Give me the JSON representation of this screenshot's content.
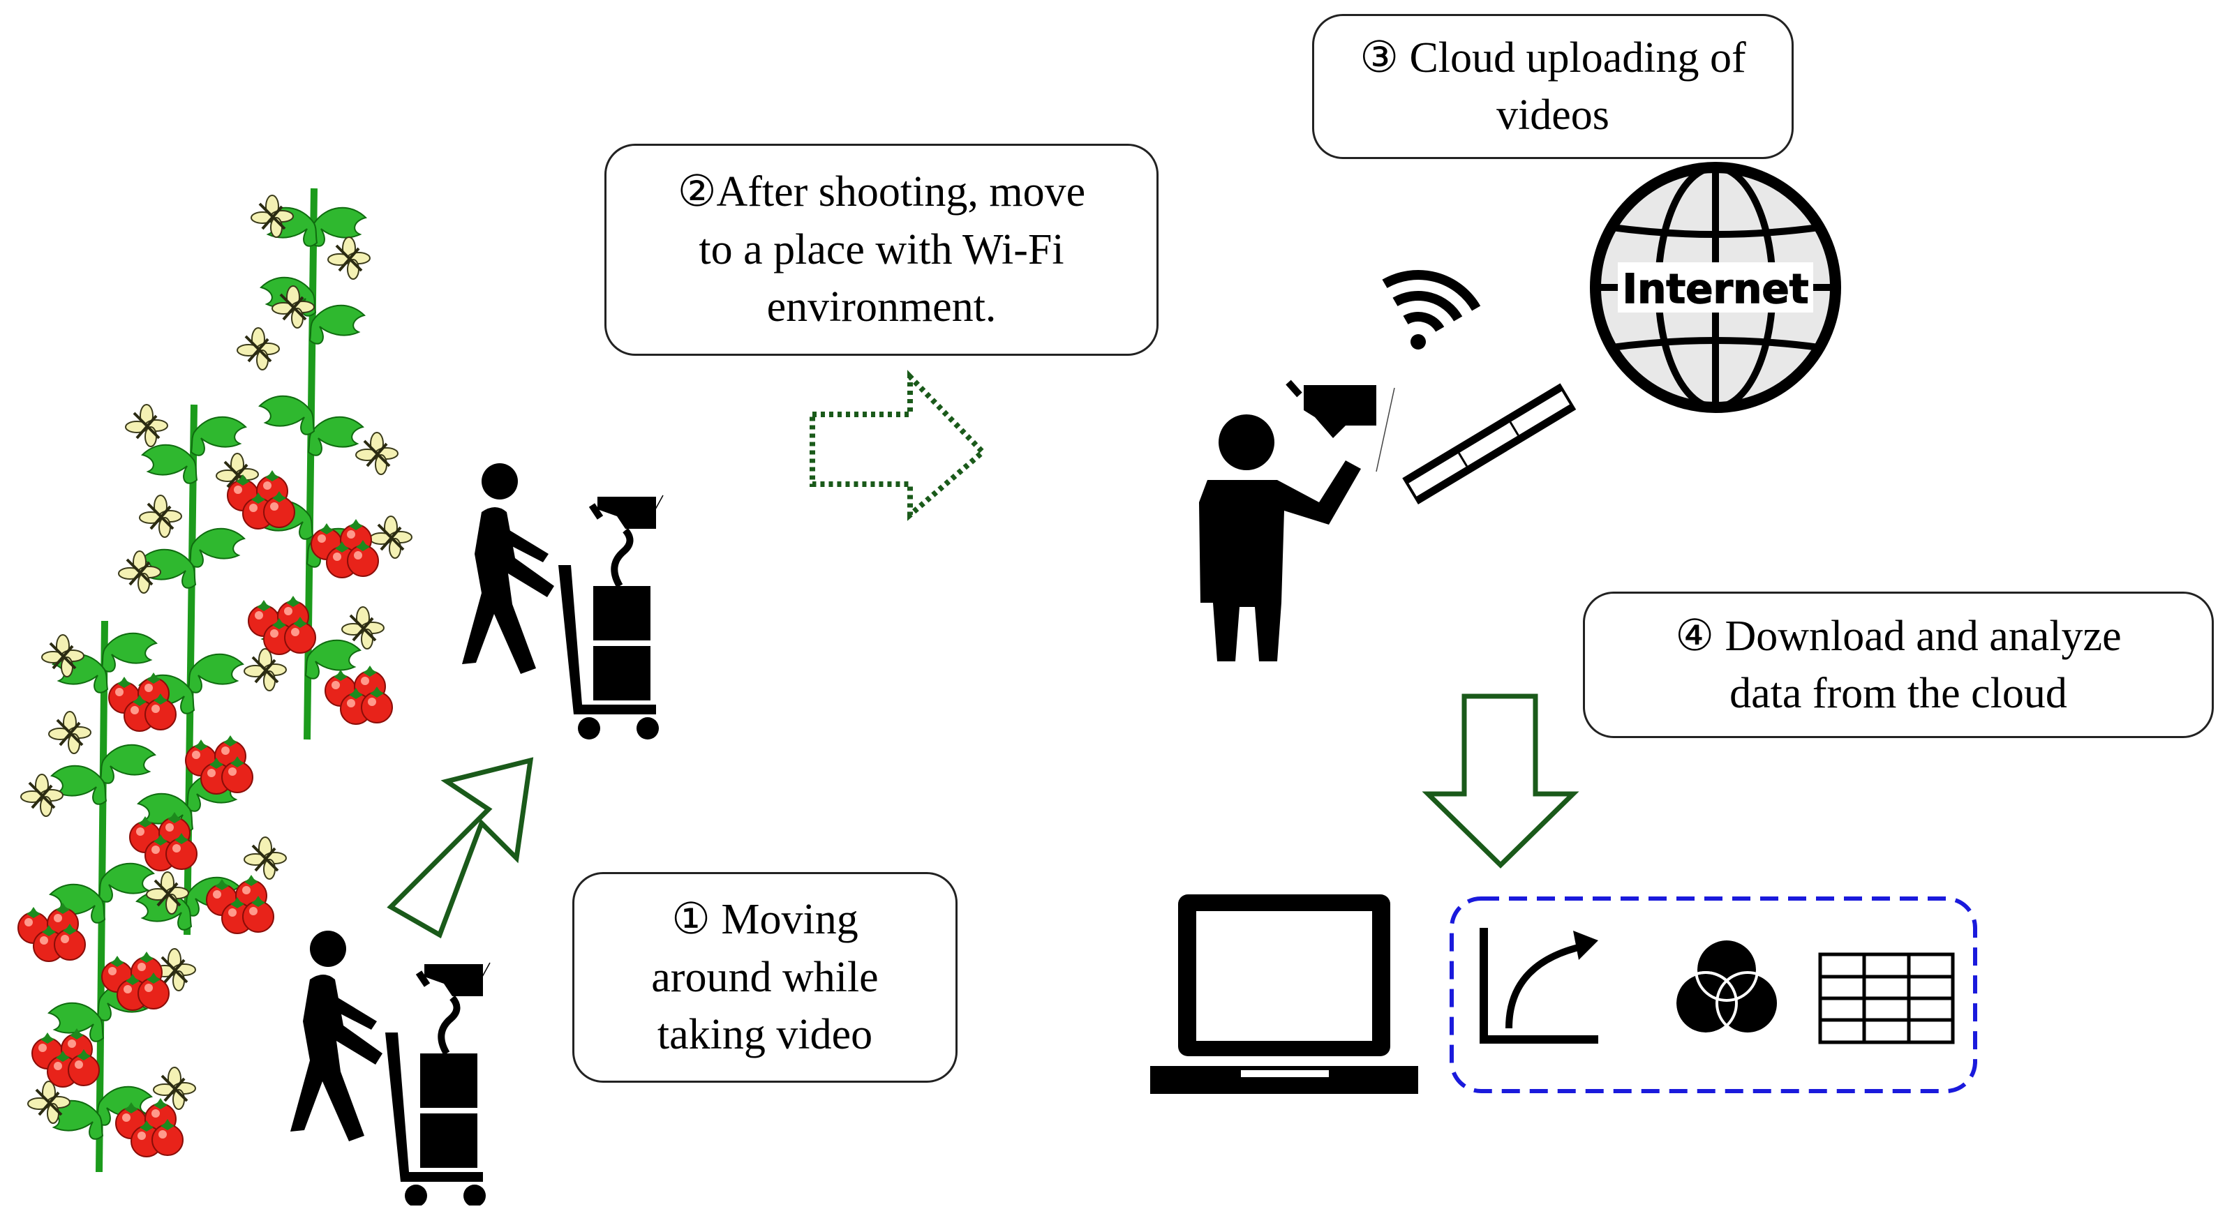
{
  "steps": [
    {
      "lines": [
        "① Moving",
        "around while",
        "taking video"
      ]
    },
    {
      "lines": [
        "②After shooting, move",
        "to a place with Wi-Fi",
        "environment."
      ]
    },
    {
      "lines": [
        "③ Cloud uploading of",
        "videos"
      ]
    },
    {
      "lines": [
        "④ Download and analyze",
        "data from the cloud"
      ]
    }
  ],
  "globe_label": "Internet",
  "colors": {
    "plant_stem": "#1c9b1c",
    "leaf": "#2fb82f",
    "tomato": "#e8231a",
    "flower": "#f4f1b4",
    "arrow_green": "#1a5a1a",
    "dashed_box": "#1a1adc",
    "icon_black": "#000000"
  },
  "icons": [
    "tomato-plant-row",
    "person-pushing-camera-cart",
    "person-holding-camera",
    "wifi-icon",
    "film-strip-icon",
    "internet-globe-icon",
    "laptop-icon",
    "growth-curve-chart-icon",
    "venn-diagram-icon",
    "table-grid-icon"
  ]
}
